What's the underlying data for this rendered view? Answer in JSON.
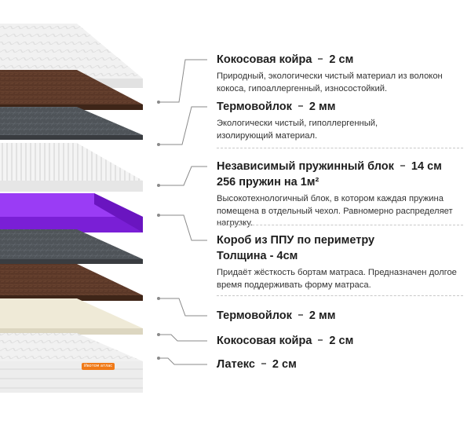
{
  "layers_visual": [
    {
      "name": "top-quilt",
      "color": "#f2f2f2"
    },
    {
      "name": "coir-top",
      "color": "#5b3828"
    },
    {
      "name": "felt-top",
      "color": "#50545a"
    },
    {
      "name": "spring-block",
      "color": "#eeeeee"
    },
    {
      "name": "ppu-frame",
      "color": "#8b2cf0"
    },
    {
      "name": "felt-bottom",
      "color": "#50545a"
    },
    {
      "name": "coir-bottom",
      "color": "#5b3828"
    },
    {
      "name": "latex",
      "color": "#ece7d4"
    },
    {
      "name": "bottom-quilt",
      "color": "#f2f2f2"
    }
  ],
  "specs": [
    {
      "title": "Кокосовая койра",
      "value": "2 см",
      "desc": "Природный, экологически чистый материал из волокон кокоса, гипоаллергенный, износостойкий."
    },
    {
      "title": "Термовойлок",
      "value": "2 мм",
      "desc": "Экологически чистый, гиполлергенный, изолирующий материал."
    },
    {
      "title": "Независимый пружинный блок",
      "value": "14 см",
      "line2": "256 пружин на 1м²",
      "desc": "Высокотехнологичный блок, в котором каждая пружина помещена в отдельный чехол. Равномерно распределяет нагрузку."
    },
    {
      "title": "Короб из ППУ по периметру",
      "line2": "Толщина - 4см",
      "desc": "Придаёт жёсткость бортам матраса. Предназначен долгое время поддерживать форму матраса."
    },
    {
      "title": "Термовойлок",
      "value": "2 мм"
    },
    {
      "title": "Кокосовая койра",
      "value": "2 см"
    },
    {
      "title": "Латекс",
      "value": "2 см"
    }
  ],
  "badge": "Ивотом атлас",
  "colors": {
    "accent_purple": "#8b2cf0",
    "badge_orange": "#f07a18",
    "leader_line": "#8a8a8a"
  }
}
